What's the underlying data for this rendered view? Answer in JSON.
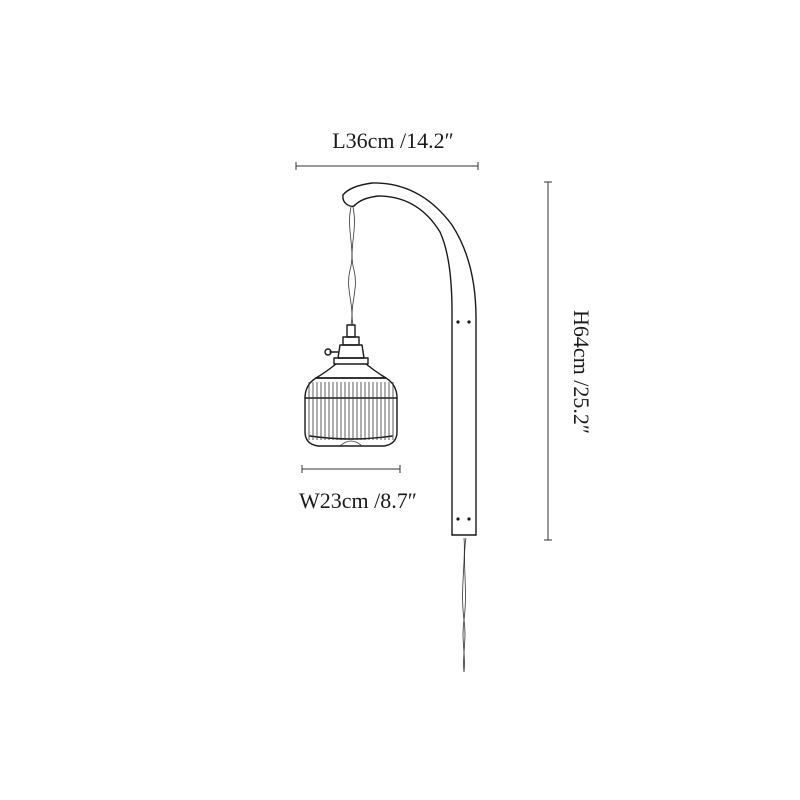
{
  "dimensions": {
    "length": "L36cm /14.2″",
    "height": "H64cm /25.2″",
    "width": "W23cm /8.7″"
  },
  "colors": {
    "line": "#1a1a1a",
    "background": "#ffffff"
  }
}
